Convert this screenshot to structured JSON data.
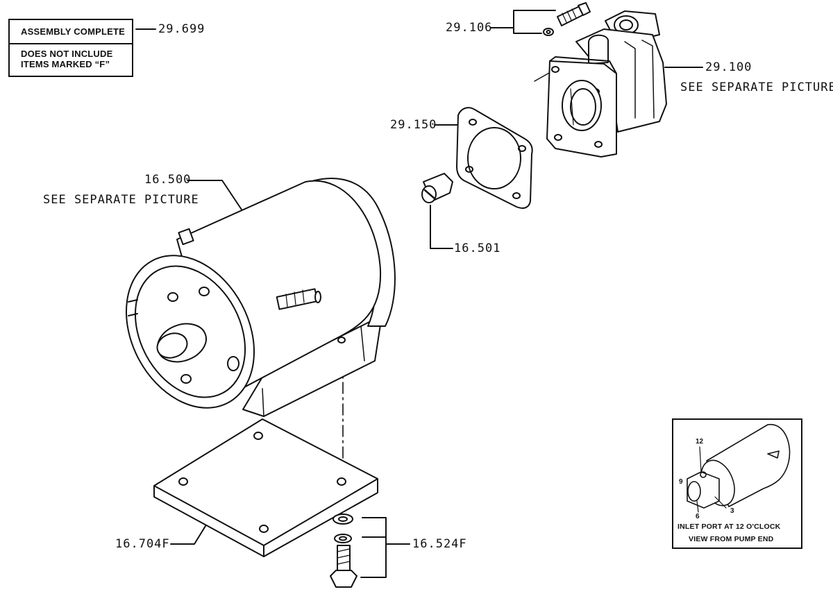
{
  "note_box": {
    "line1": "ASSEMBLY COMPLETE",
    "line2": "DOES NOT INCLUDE",
    "line3": "ITEMS MARKED “F”"
  },
  "callouts": {
    "assembly": "29.699",
    "bolt_washer": "29.106",
    "pump": "29.100",
    "pump_note": "SEE SEPARATE PICTURE",
    "gasket": "29.150",
    "motor": "16.500",
    "motor_note": "SEE SEPARATE PICTURE",
    "key": "16.501",
    "mount_plate": "16.704F",
    "hardware": "16.524F"
  },
  "inset": {
    "clock_12": "12",
    "clock_9": "9",
    "clock_6": "6",
    "clock_3": "3",
    "caption1": "INLET PORT AT 12 O'CLOCK",
    "caption2": "VIEW FROM PUMP END"
  }
}
